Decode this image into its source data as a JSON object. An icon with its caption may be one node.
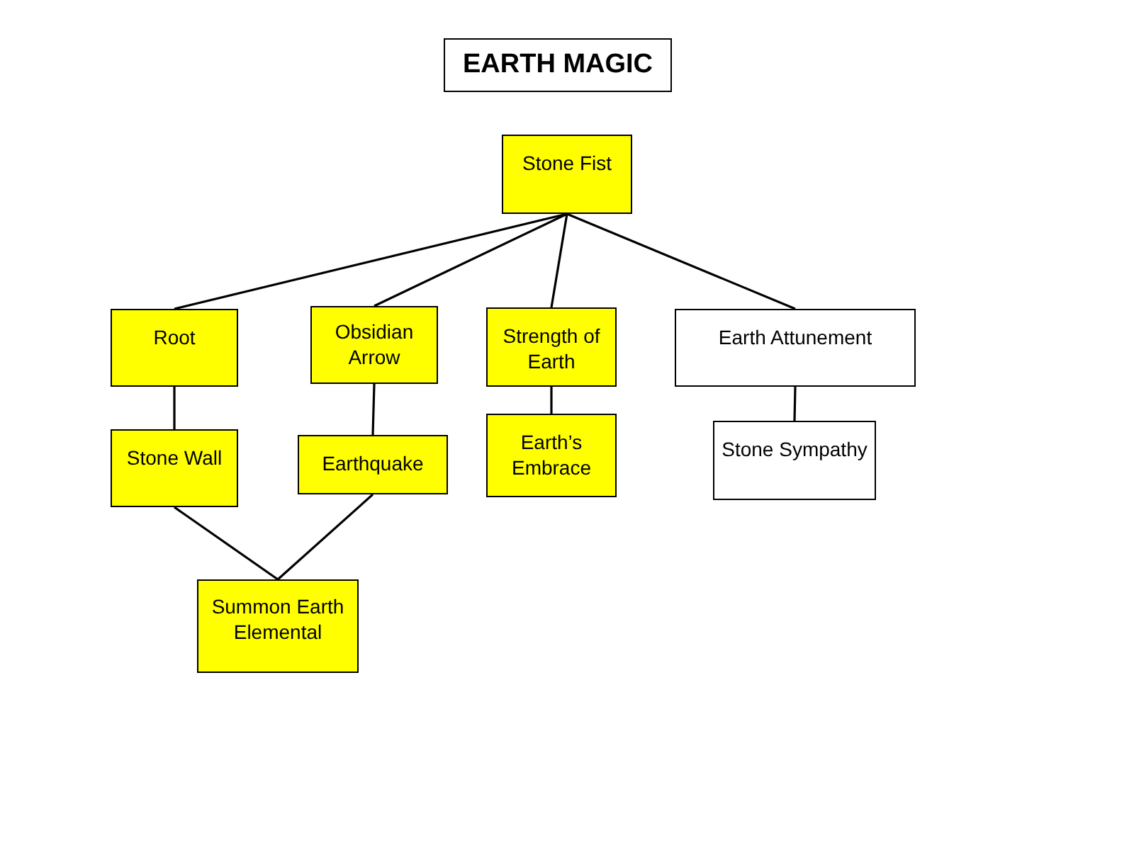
{
  "diagram": {
    "title": "EARTH MAGIC",
    "nodes": [
      {
        "text": [
          "Stone Fist"
        ]
      },
      {
        "text": [
          "Root"
        ]
      },
      {
        "text": [
          "Obsidian Arrow"
        ]
      },
      {
        "text": [
          "Strength of Earth"
        ]
      },
      {
        "text": [
          "Earth Attunement"
        ]
      },
      {
        "text": [
          "Stone Wall"
        ]
      },
      {
        "text": [
          "Earthquake"
        ]
      },
      {
        "text": [
          "Earth’s Embrace"
        ]
      },
      {
        "text": [
          "Stone Sympathy"
        ]
      },
      {
        "text": [
          "Summon Earth Elemental"
        ]
      }
    ],
    "edges": [
      {
        "from": 0,
        "to": 1,
        "arrow": "none"
      },
      {
        "from": 0,
        "to": 2,
        "arrow": "none"
      },
      {
        "from": 0,
        "to": 3,
        "arrow": "none"
      },
      {
        "from": 0,
        "to": 4,
        "arrow": "none"
      },
      {
        "from": 1,
        "to": 5,
        "arrow": "none"
      },
      {
        "from": 2,
        "to": 6,
        "arrow": "none"
      },
      {
        "from": 3,
        "to": 7,
        "arrow": "none"
      },
      {
        "from": 4,
        "to": 8,
        "arrow": "none"
      },
      {
        "from": 5,
        "to": 9,
        "arrow": "none"
      },
      {
        "from": 6,
        "to": 9,
        "arrow": "none"
      }
    ]
  }
}
